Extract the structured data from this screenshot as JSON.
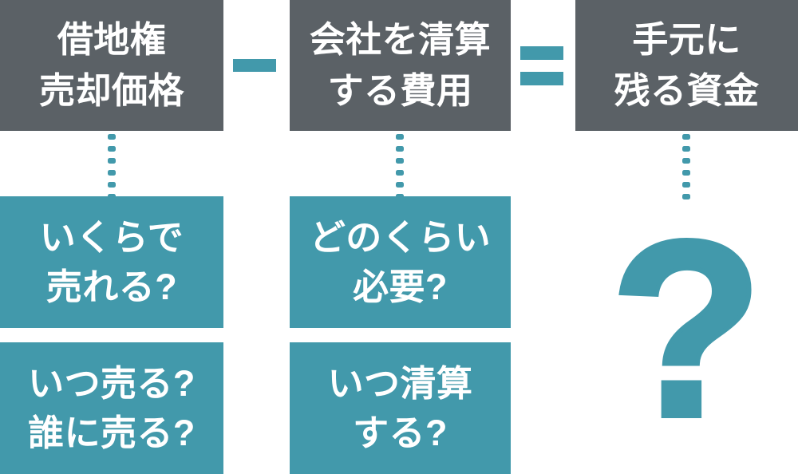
{
  "colors": {
    "dark_box": "#5b6166",
    "teal": "#4299ab",
    "text_on_box": "#ffffff",
    "bg": "#ffffff"
  },
  "formula": {
    "operand1": {
      "header": {
        "line1": "借地権",
        "line2": "売却価格"
      },
      "question1": {
        "line1": "いくらで",
        "line2": "売れる?"
      },
      "question2": {
        "line1": "いつ売る?",
        "line2": "誰に売る?"
      }
    },
    "minus_operator": "−",
    "operand2": {
      "header": {
        "line1": "会社を清算",
        "line2": "する費用"
      },
      "question1": {
        "line1": "どのくらい",
        "line2": "必要?"
      },
      "question2": {
        "line1": "いつ清算",
        "line2": "する?"
      }
    },
    "equals_operator": "=",
    "result": {
      "header": {
        "line1": "手元に",
        "line2": "残る資金"
      },
      "unknown_mark": "?"
    }
  }
}
